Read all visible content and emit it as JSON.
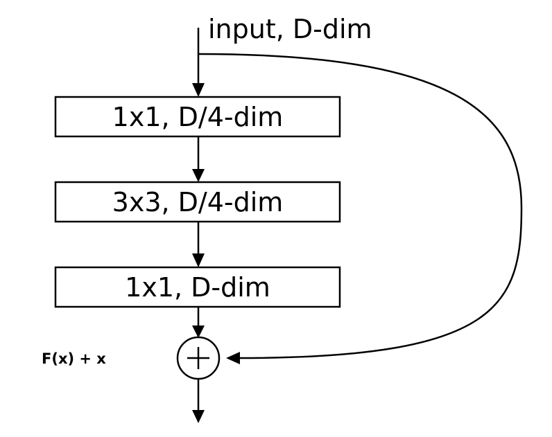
{
  "diagram": {
    "input_label": "input, D-dim",
    "layers": [
      {
        "label": "1x1, D/4-dim"
      },
      {
        "label": "3x3, D/4-dim"
      },
      {
        "label": "1x1, D-dim"
      }
    ],
    "sum_symbol": "+",
    "output_label": "F(x) + x"
  }
}
